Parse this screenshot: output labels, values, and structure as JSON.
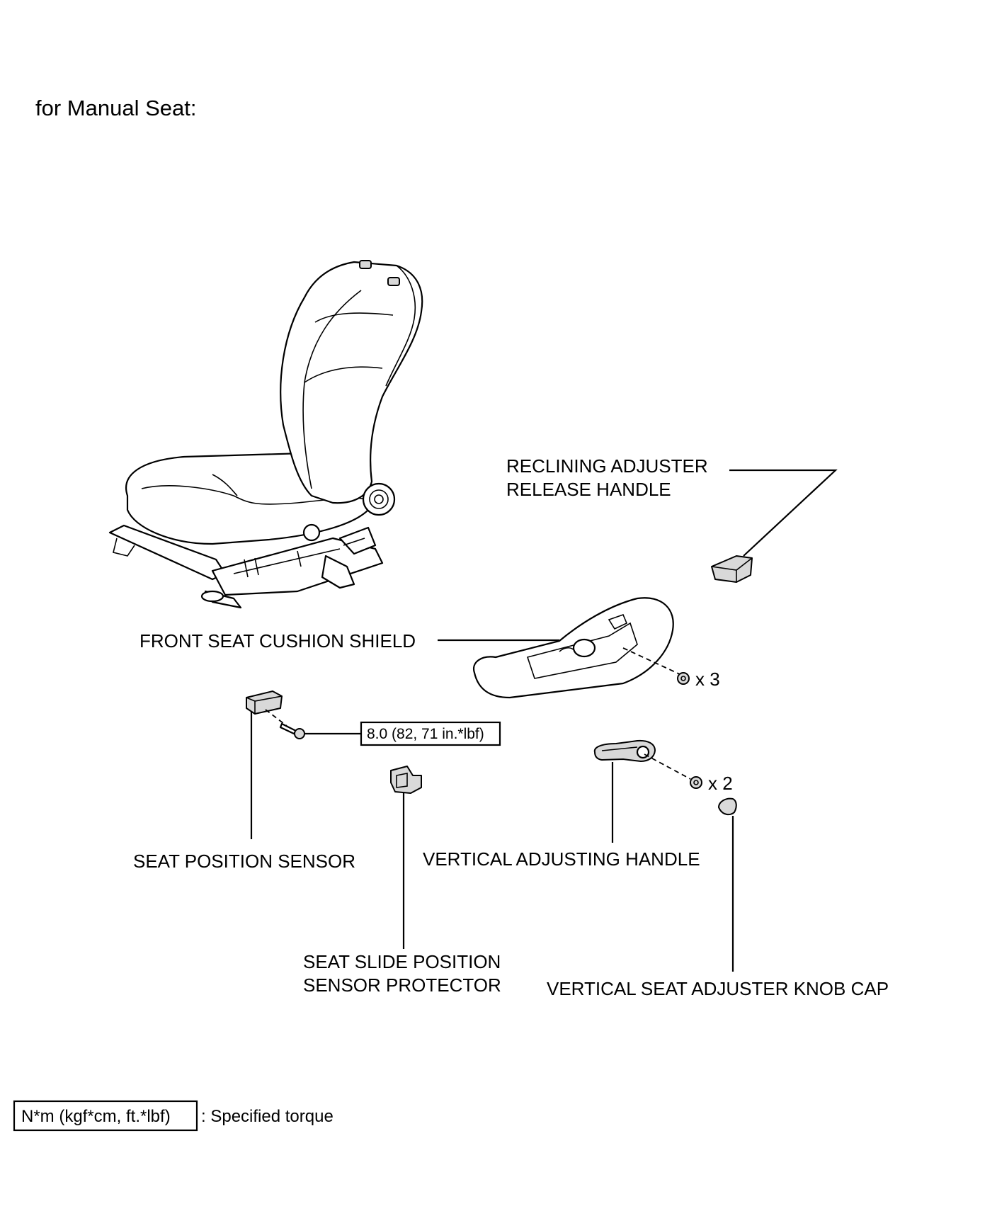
{
  "heading": "for Manual Seat:",
  "labels": {
    "reclining_line1": "RECLINING ADJUSTER",
    "reclining_line2": "RELEASE HANDLE",
    "cushion_shield": "FRONT SEAT CUSHION SHIELD",
    "seat_position_sensor": "SEAT POSITION SENSOR",
    "vertical_handle": "VERTICAL ADJUSTING HANDLE",
    "slide_protector_line1": "SEAT SLIDE POSITION",
    "slide_protector_line2": "SENSOR PROTECTOR",
    "knob_cap": "VERTICAL SEAT ADJUSTER KNOB CAP"
  },
  "quantities": {
    "shield_screws": "x 3",
    "handle_screws": "x 2"
  },
  "torque": {
    "sensor_bolt": "8.0 (82, 71 in.*lbf)"
  },
  "legend": {
    "unit_box": "N*m (kgf*cm, ft.*lbf)",
    "description": ": Specified torque"
  }
}
